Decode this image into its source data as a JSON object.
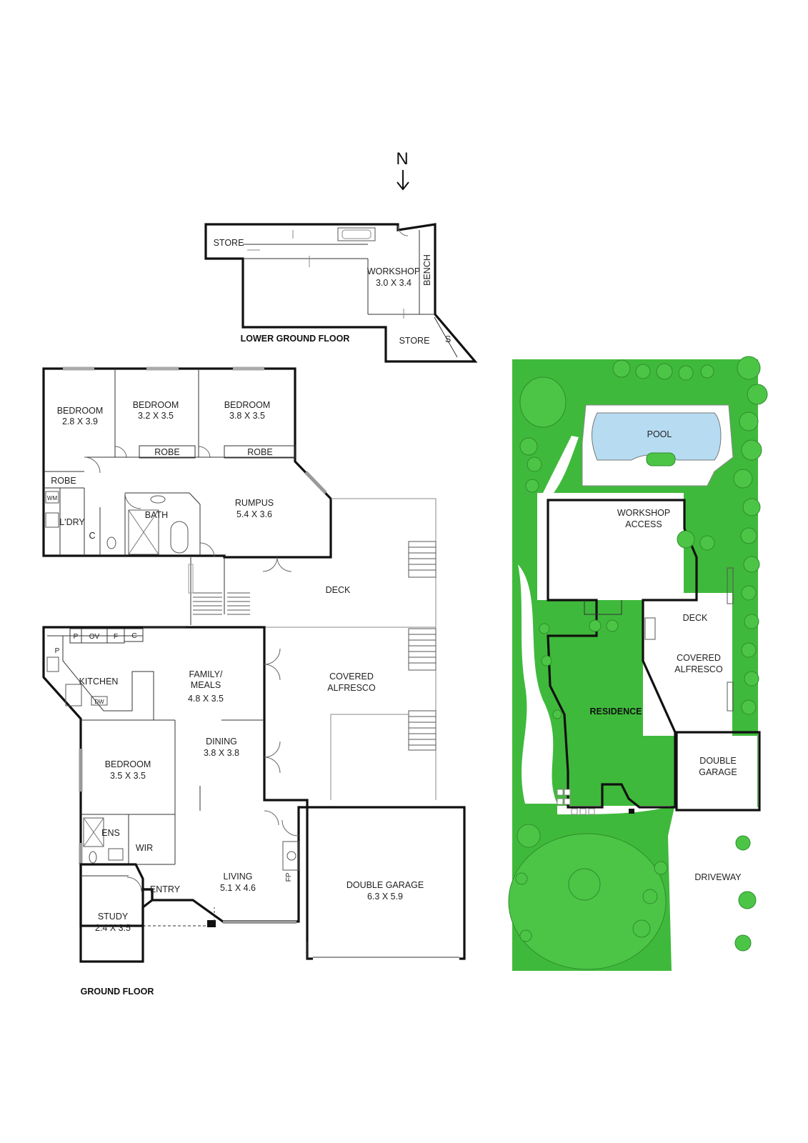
{
  "north": "N",
  "lower_ground": {
    "title": "LOWER GROUND FLOOR",
    "rooms": {
      "store_1": "STORE",
      "workshop_name": "WORKSHOP",
      "workshop_dim": "3.0 X 3.4",
      "bench": "BENCH",
      "store_2": "STORE",
      "s": "S"
    }
  },
  "ground": {
    "title": "GROUND FLOOR",
    "rooms": {
      "bed1_name": "BEDROOM",
      "bed1_dim": "2.8 X 3.9",
      "bed2_name": "BEDROOM",
      "bed2_dim": "3.2 X 3.5",
      "bed3_name": "BEDROOM",
      "bed3_dim": "3.8 X 3.5",
      "robe1": "ROBE",
      "robe2": "ROBE",
      "robe3": "ROBE",
      "wm": "WM",
      "ldry": "L'DRY",
      "c1": "C",
      "bath": "BATH",
      "rumpus_name": "RUMPUS",
      "rumpus_dim": "5.4 X 3.6",
      "deck": "DECK",
      "p1": "P",
      "ov": "OV",
      "f": "F",
      "c2": "C",
      "p2": "P",
      "kitchen": "KITCHEN",
      "dw": "DW",
      "family_name1": "FAMILY/",
      "family_name2": "MEALS",
      "family_dim": "4.8 X 3.5",
      "covered1": "COVERED",
      "covered2": "ALFRESCO",
      "bed4_name": "BEDROOM",
      "bed4_dim": "3.5 X 3.5",
      "dining_name": "DINING",
      "dining_dim": "3.8 X 3.8",
      "ens": "ENS",
      "wir": "WIR",
      "living_name": "LIVING",
      "living_dim": "5.1 X 4.6",
      "fp": "FP",
      "garage_name": "DOUBLE GARAGE",
      "garage_dim": "6.3 X 5.9",
      "entry": "ENTRY",
      "study_name": "STUDY",
      "study_dim": "2.4 X 3.5"
    }
  },
  "site": {
    "pool": "POOL",
    "workshop1": "WORKSHOP",
    "workshop2": "ACCESS",
    "deck": "DECK",
    "covered1": "COVERED",
    "covered2": "ALFRESCO",
    "residence": "RESIDENCE",
    "garage1": "DOUBLE",
    "garage2": "GARAGE",
    "driveway": "DRIVEWAY"
  },
  "colors": {
    "lawn": "#3fb93b",
    "tree": "#4cc547",
    "pool": "#b7dcf2",
    "wall": "#111111"
  }
}
